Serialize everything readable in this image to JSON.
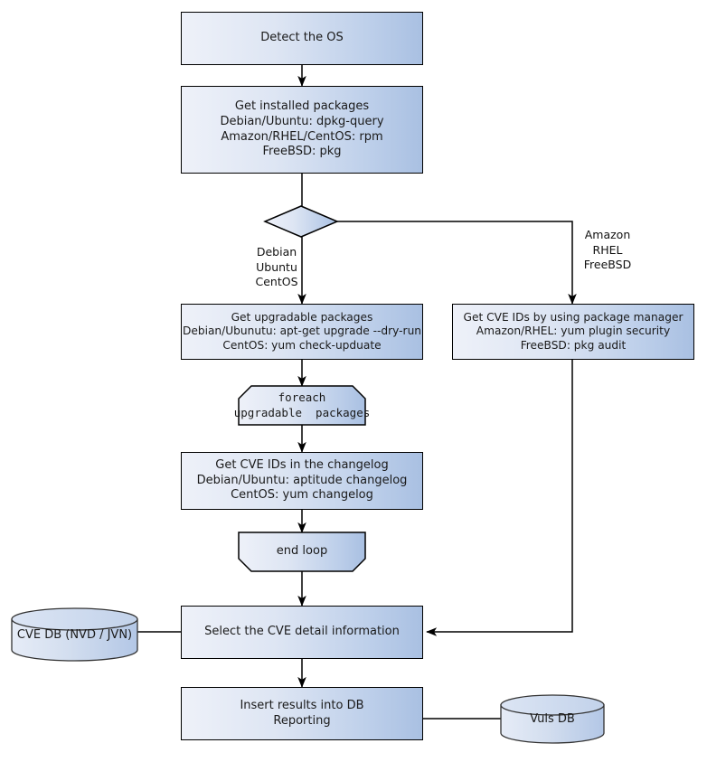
{
  "diagram": {
    "title": "Vuls scan flow",
    "colors": {
      "node_fill_light": "#eef1f9",
      "node_fill_dark": "#a9c0e2",
      "node_stroke": "#000000",
      "edge_stroke": "#000000",
      "text": "#1a1a1a",
      "background": "#ffffff"
    },
    "nodes": [
      {
        "id": "detect-os",
        "type": "process",
        "text": "Detect the OS"
      },
      {
        "id": "get-installed-packages",
        "type": "process",
        "text": "Get installed packages\nDebian/Ubuntu: dpkg-query\nAmazon/RHEL/CentOS: rpm\nFreeBSD: pkg"
      },
      {
        "id": "os-decision",
        "type": "decision",
        "text": ""
      },
      {
        "id": "get-upgradable-packages",
        "type": "process",
        "text": "Get upgradable packages\nDebian/Ubunutu: apt-get upgrade --dry-run\nCentOS: yum check-upduate"
      },
      {
        "id": "get-cve-ids-package-manager",
        "type": "process",
        "text": "Get CVE IDs by using package manager\nAmazon/RHEL: yum plugin security\nFreeBSD: pkg audit"
      },
      {
        "id": "foreach-loop-start",
        "type": "loop-start",
        "text": "foreach\nupgradable  packages"
      },
      {
        "id": "get-cve-ids-changelog",
        "type": "process",
        "text": "Get CVE IDs in the changelog\nDebian/Ubuntu: aptitude changelog\nCentOS: yum changelog"
      },
      {
        "id": "end-loop",
        "type": "loop-end",
        "text": "end loop"
      },
      {
        "id": "cve-db",
        "type": "database",
        "text": "CVE DB (NVD / JVN)"
      },
      {
        "id": "select-cve-detail",
        "type": "process",
        "text": "Select the CVE detail information"
      },
      {
        "id": "insert-results",
        "type": "process",
        "text": "Insert results into DB\nReporting"
      },
      {
        "id": "vuls-db",
        "type": "database",
        "text": "Vuls DB"
      }
    ],
    "edge_labels": [
      {
        "id": "branch-left",
        "text": "Debian\nUbuntu\nCentOS"
      },
      {
        "id": "branch-right",
        "text": "Amazon\nRHEL\nFreeBSD"
      }
    ]
  }
}
